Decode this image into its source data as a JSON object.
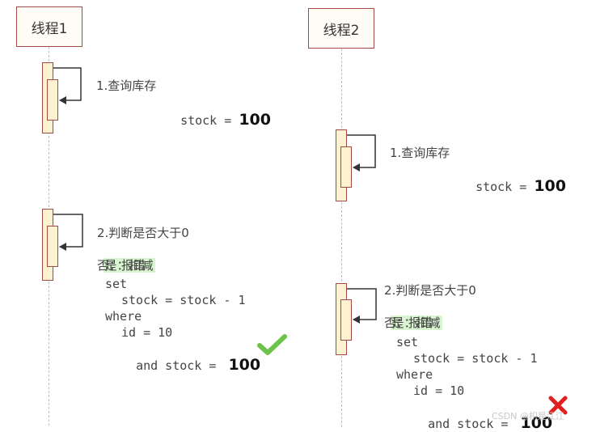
{
  "thread1": {
    "title": "线程1",
    "step1": {
      "label": "1.查询库存",
      "stock_prefix": "stock = ",
      "stock_value": "100"
    },
    "step2": {
      "label": "2.判断是否大于0",
      "yes": "是：扣减",
      "no": "否：报错",
      "sql": [
        "set",
        "stock = stock - 1",
        "where",
        "id = 10"
      ],
      "and_prefix": "and stock = ",
      "and_value": "100",
      "result_icon": "check-icon"
    }
  },
  "thread2": {
    "title": "线程2",
    "step1": {
      "label": "1.查询库存",
      "stock_prefix": "stock = ",
      "stock_value": "100"
    },
    "step2": {
      "label": "2.判断是否大于0",
      "yes": "是：扣减",
      "no": "否：报错",
      "sql": [
        "set",
        "stock = stock - 1",
        "where",
        "id = 10"
      ],
      "and_prefix": "and stock = ",
      "and_value": "100",
      "result_icon": "cross-icon"
    }
  },
  "colors": {
    "border": "#a24a4a",
    "activation": "#fdf2d0",
    "highlight": "#d8f5d0",
    "check": "#6cc24a",
    "cross": "#e02020"
  },
  "watermark": "CSDN @枳是江江"
}
